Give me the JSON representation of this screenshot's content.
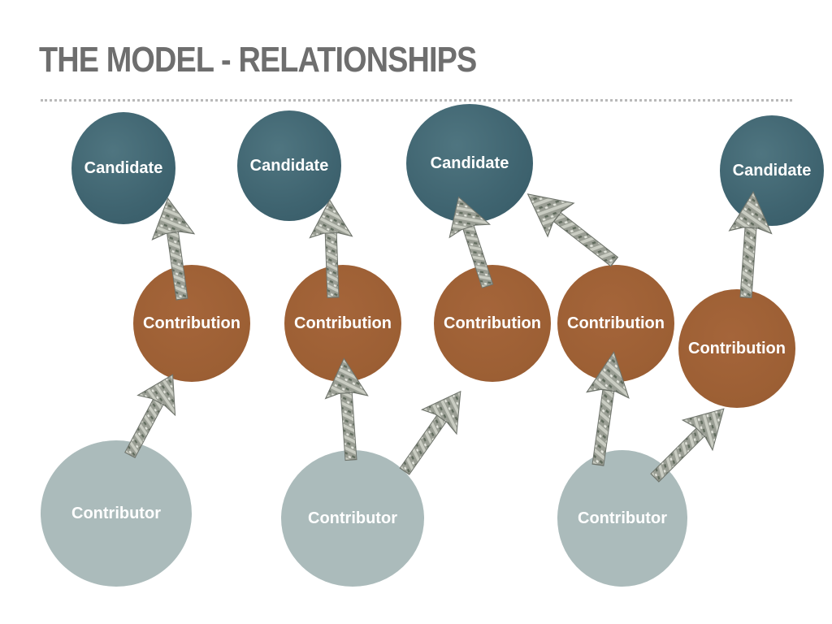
{
  "slide": {
    "title": "THE MODEL - RELATIONSHIPS"
  },
  "colors": {
    "candidate": "#3f6470",
    "contribution": "#9c5f34",
    "contributor": "#abbbbb",
    "title": "#6e6e6e",
    "money_arrow": "#8a8e86"
  },
  "icons": {
    "arrow": "money-arrow-icon"
  },
  "candidates": [
    {
      "label": "Candidate"
    },
    {
      "label": "Candidate"
    },
    {
      "label": "Candidate"
    },
    {
      "label": "Candidate"
    }
  ],
  "contributions": [
    {
      "label": "Contribution"
    },
    {
      "label": "Contribution"
    },
    {
      "label": "Contribution"
    },
    {
      "label": "Contribution"
    },
    {
      "label": "Contribution"
    }
  ],
  "contributors": [
    {
      "label": "Contributor"
    },
    {
      "label": "Contributor"
    },
    {
      "label": "Contributor"
    }
  ],
  "relationships": [
    {
      "from": "contributor-1",
      "to": "contribution-1"
    },
    {
      "from": "contribution-1",
      "to": "candidate-1"
    },
    {
      "from": "contributor-2",
      "to": "contribution-2"
    },
    {
      "from": "contribution-2",
      "to": "candidate-2"
    },
    {
      "from": "contributor-2",
      "to": "contribution-3"
    },
    {
      "from": "contribution-3",
      "to": "candidate-3"
    },
    {
      "from": "contribution-4",
      "to": "candidate-3"
    },
    {
      "from": "contributor-3",
      "to": "contribution-4"
    },
    {
      "from": "contributor-3",
      "to": "contribution-5"
    },
    {
      "from": "contribution-5",
      "to": "candidate-4"
    }
  ]
}
